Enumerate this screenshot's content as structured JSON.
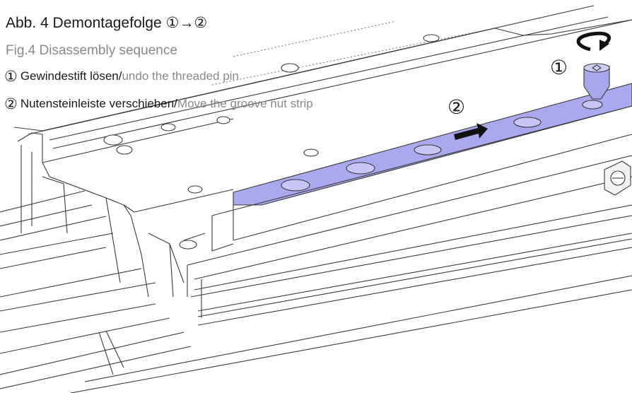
{
  "figure": {
    "title_de": "Abb. 4 Demontagefolge ①→②",
    "title_en": "Fig.4 Disassembly sequence",
    "steps": [
      {
        "number": "①",
        "de": "Gewindestift lösen/",
        "en": "undo the threaded pin"
      },
      {
        "number": "②",
        "de": "Nutensteinleiste verschieben/",
        "en": "Move the groove nut strip"
      }
    ]
  },
  "callouts": {
    "pin_marker": "①",
    "strip_marker": "②"
  },
  "colors": {
    "groove_nut_strip": "#aaa9f0",
    "line": "#3a3a3a",
    "arrow": "#111111",
    "text_secondary": "#8a8a8a"
  },
  "icons": {
    "rotation": "curved-arrow-icon",
    "direction": "right-arrow-icon"
  }
}
